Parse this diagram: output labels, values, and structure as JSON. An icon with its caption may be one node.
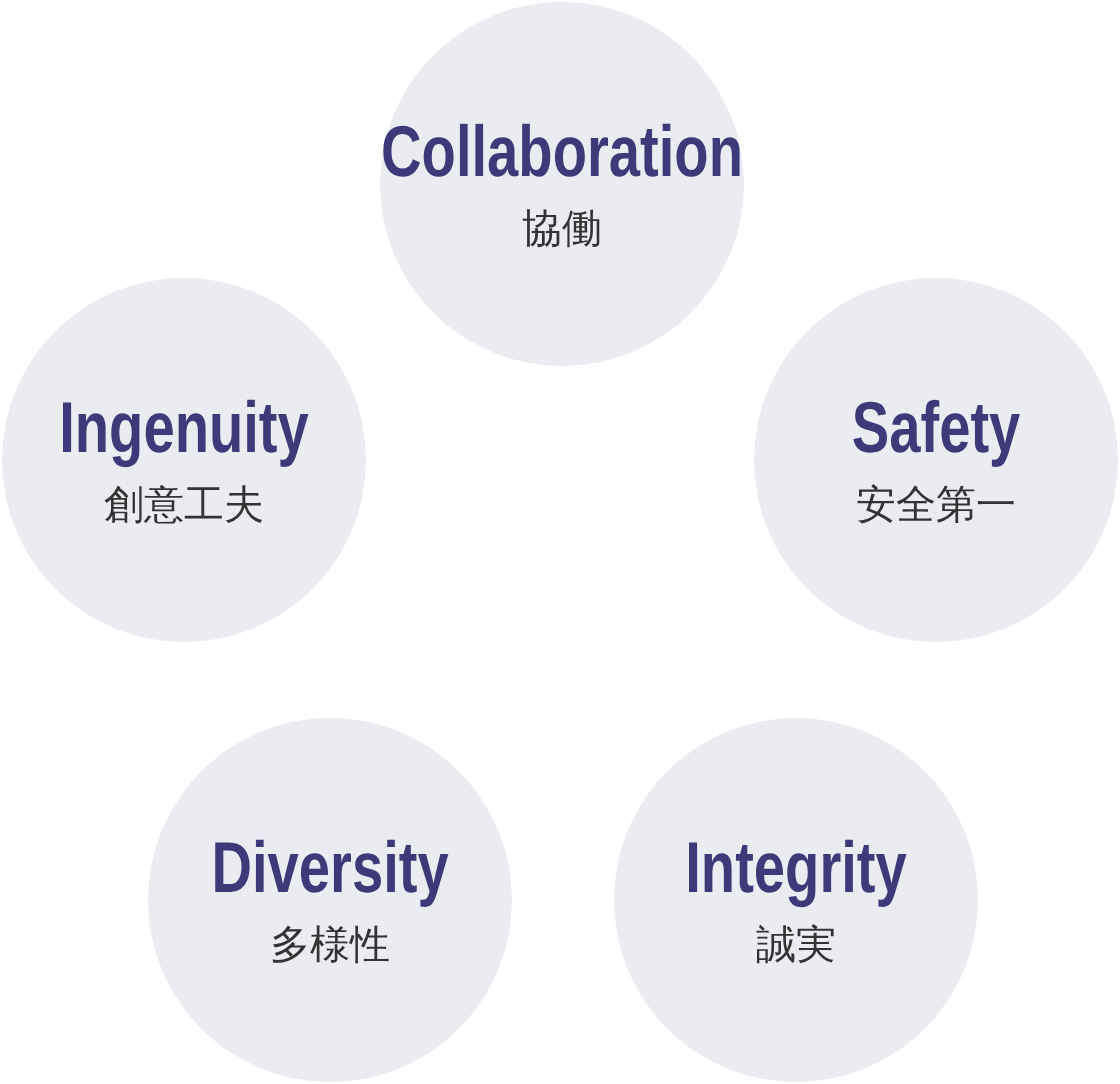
{
  "diagram": {
    "nodes": [
      {
        "text": [
          "Collaboration",
          "協働"
        ]
      },
      {
        "text": [
          "Ingenuity",
          "創意工夫"
        ]
      },
      {
        "text": [
          "Safety",
          "安全第一"
        ]
      },
      {
        "text": [
          "Diversity",
          "多様性"
        ]
      },
      {
        "text": [
          "Integrity",
          "誠実"
        ]
      }
    ],
    "edges": []
  }
}
